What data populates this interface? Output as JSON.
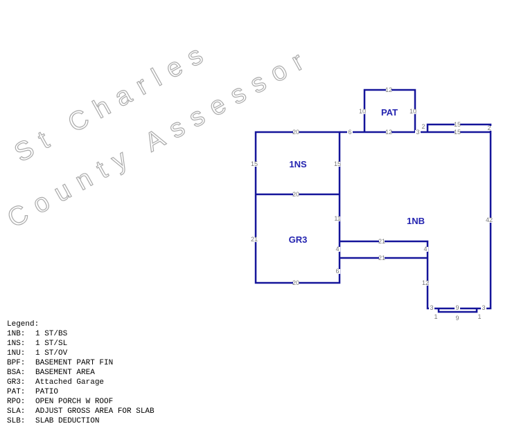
{
  "watermark": {
    "line1": "St Charles",
    "line2": "County Assessor"
  },
  "rooms": {
    "r1NS": "1NS",
    "rGR3": "GR3",
    "rPAT": "PAT",
    "r1NB": "1NB"
  },
  "dims": {
    "top_1ns": "20",
    "mid_1ns": "20",
    "bot_gr3": "20",
    "left_1ns": "15",
    "left_gr3": "21",
    "right_1ns": "15",
    "right_11": "11",
    "right_4": "4",
    "right_6": "6",
    "top_6": "6",
    "top_12": "12",
    "top_3": "3",
    "pat_top": "12",
    "pat_left": "10",
    "pat_right": "10",
    "bump_top": "15",
    "bump_bot": "15",
    "bump_l": "2",
    "bump_r": "2",
    "right_42": "42",
    "mid_21a": "21",
    "mid_21b": "21",
    "mid_4": "4",
    "mid_12": "12",
    "b_3a": "3",
    "b_1a": "1",
    "b_9a": "9",
    "b_9b": "9",
    "b_1b": "1",
    "b_3b": "3"
  },
  "legend": {
    "title": "Legend:",
    "items": [
      {
        "code": "1NB:",
        "desc": "1 ST/BS"
      },
      {
        "code": "1NS:",
        "desc": "1 ST/SL"
      },
      {
        "code": "1NU:",
        "desc": "1 ST/OV"
      },
      {
        "code": "BPF:",
        "desc": "BASEMENT PART FIN"
      },
      {
        "code": "BSA:",
        "desc": "BASEMENT AREA"
      },
      {
        "code": "GR3:",
        "desc": "Attached Garage"
      },
      {
        "code": "PAT:",
        "desc": "PATIO"
      },
      {
        "code": "RPO:",
        "desc": "OPEN PORCH W ROOF"
      },
      {
        "code": "SLA:",
        "desc": "ADJUST GROSS AREA FOR SLAB"
      },
      {
        "code": "SLB:",
        "desc": "SLAB DEDUCTION"
      }
    ]
  }
}
